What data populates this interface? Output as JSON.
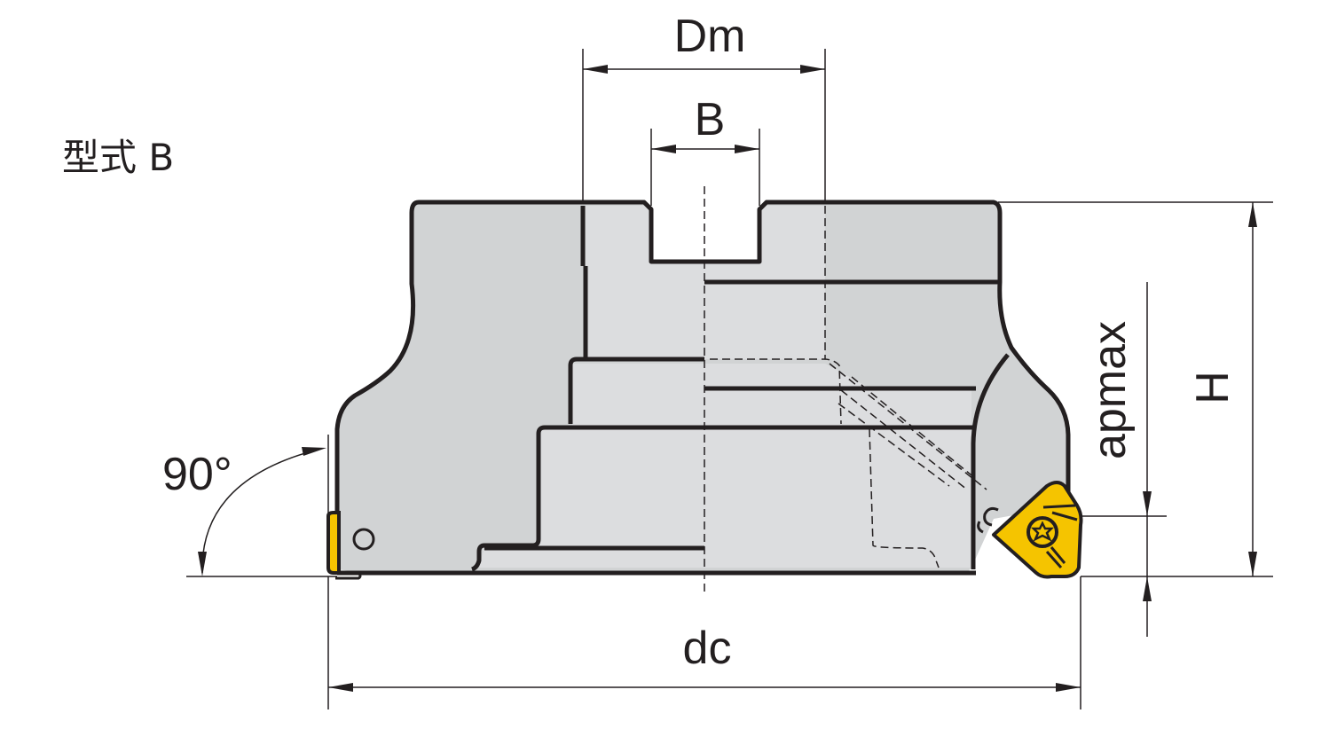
{
  "type_label": "型式 B",
  "dimensions": {
    "Dm": "Dm",
    "B": "B",
    "H": "H",
    "apmax": "apmax",
    "dc": "dc",
    "angle": "90°"
  },
  "colors": {
    "body": "#d1d3d4",
    "insert": "#f5c400",
    "line": "#231f20"
  }
}
